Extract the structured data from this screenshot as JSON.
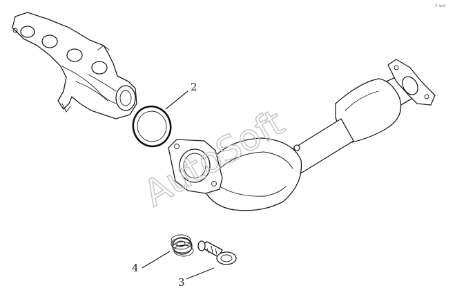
{
  "diagram": {
    "callouts": [
      {
        "id": "1",
        "label": "2"
      },
      {
        "id": "2",
        "label": "4"
      },
      {
        "id": "3",
        "label": "3"
      }
    ],
    "watermark": "AutoSoft",
    "corner_mark": "2 ww"
  }
}
